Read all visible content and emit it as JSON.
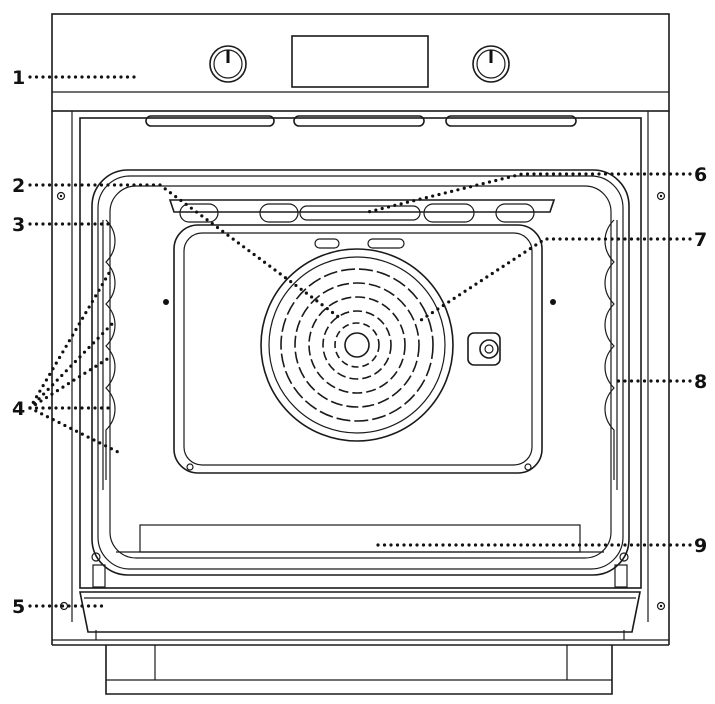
{
  "diagram": {
    "title": "",
    "callouts": [
      {
        "id": "1",
        "label": "1"
      },
      {
        "id": "2",
        "label": "2"
      },
      {
        "id": "3",
        "label": "3"
      },
      {
        "id": "4",
        "label": "4"
      },
      {
        "id": "5",
        "label": "5"
      },
      {
        "id": "6",
        "label": "6"
      },
      {
        "id": "7",
        "label": "7"
      },
      {
        "id": "8",
        "label": "8"
      },
      {
        "id": "9",
        "label": "9"
      }
    ]
  }
}
